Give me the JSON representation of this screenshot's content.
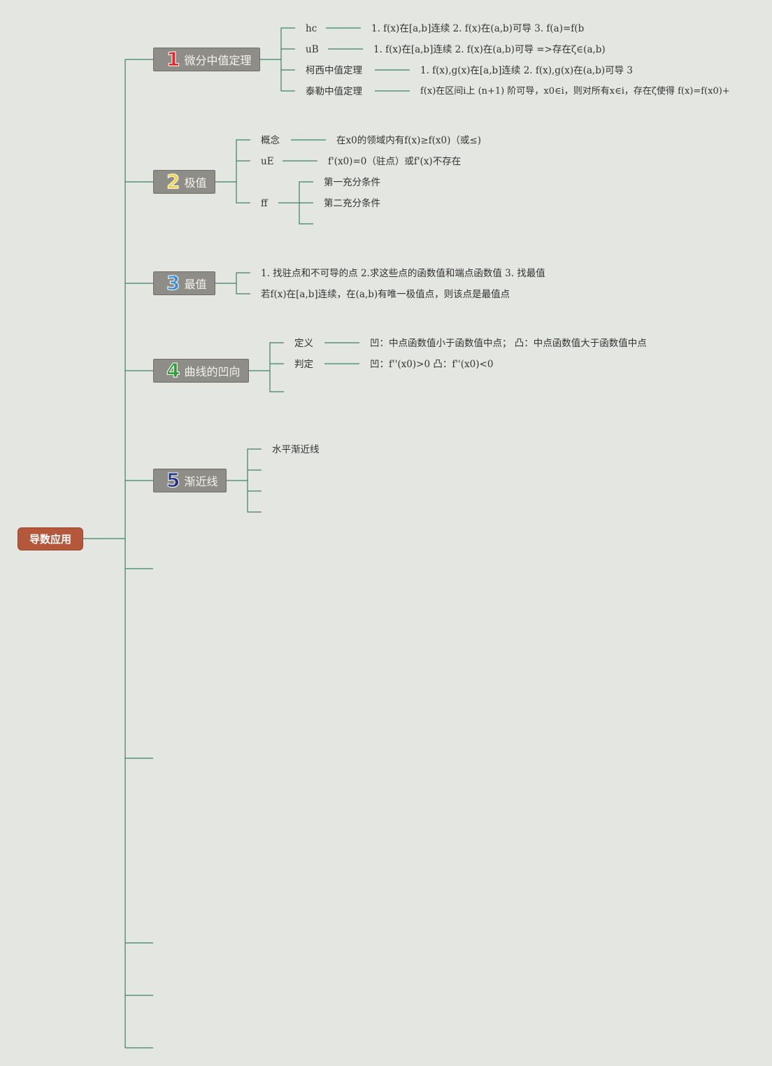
{
  "root": {
    "label": "导数应用",
    "color": "#b4573a"
  },
  "line_color": "#3f7f67",
  "topics": [
    {
      "num": "1",
      "num_color": "#e8262a",
      "label": "微分中值定理",
      "children": [
        {
          "label": "hc",
          "detail": "1. f(x)在[a,b]连续 2. f(x)在(a,b)可导 3. f(a)=f(b"
        },
        {
          "label": "uB",
          "detail": "1. f(x)在[a,b]连续 2. f(x)在(a,b)可导 =>存在ζ∈(a,b)"
        },
        {
          "label": "柯西中值定理",
          "detail": "1. f(x),g(x)在[a,b]连续 2. f(x),g(x)在(a,b)可导 3"
        },
        {
          "label": "泰勒中值定理",
          "detail": "f(x)在区间i上 (n+1) 阶可导，x0∈i，则对所有x∈i，存在ζ使得 f(x)=f(x0)+"
        }
      ]
    },
    {
      "num": "2",
      "num_color": "#f2d24a",
      "label": "极值",
      "children": [
        {
          "label": "概念",
          "detail": "在x0的领域内有f(x)≥f(x0)（或≤)"
        },
        {
          "label": "uE",
          "detail": "f'(x0)=0（驻点）或f'(x)不存在"
        },
        {
          "label": "ff",
          "sub": [
            "第一充分条件",
            "第二充分条件"
          ]
        }
      ]
    },
    {
      "num": "3",
      "num_color": "#3a8fd8",
      "label": "最值",
      "children": [
        {
          "label": "1. 找驻点和不可导的点 2.求这些点的函数值和端点函数值 3. 找最值"
        },
        {
          "label": "若f(x)在[a,b]连续，在(a,b)有唯一极值点，则该点是最值点"
        }
      ]
    },
    {
      "num": "4",
      "num_color": "#2f9e3a",
      "label": "曲线的凹向",
      "children": [
        {
          "label": "定义",
          "detail": "凹：中点函数值小于函数值中点； 凸：中点函数值大于函数值中点"
        },
        {
          "label": "判定",
          "detail": "凹：f''(x0)>0 凸：f''(x0)<0"
        }
      ]
    },
    {
      "num": "5",
      "num_color": "#22338a",
      "label": "渐近线",
      "children": [
        {
          "label": "水平渐近线"
        }
      ]
    }
  ]
}
